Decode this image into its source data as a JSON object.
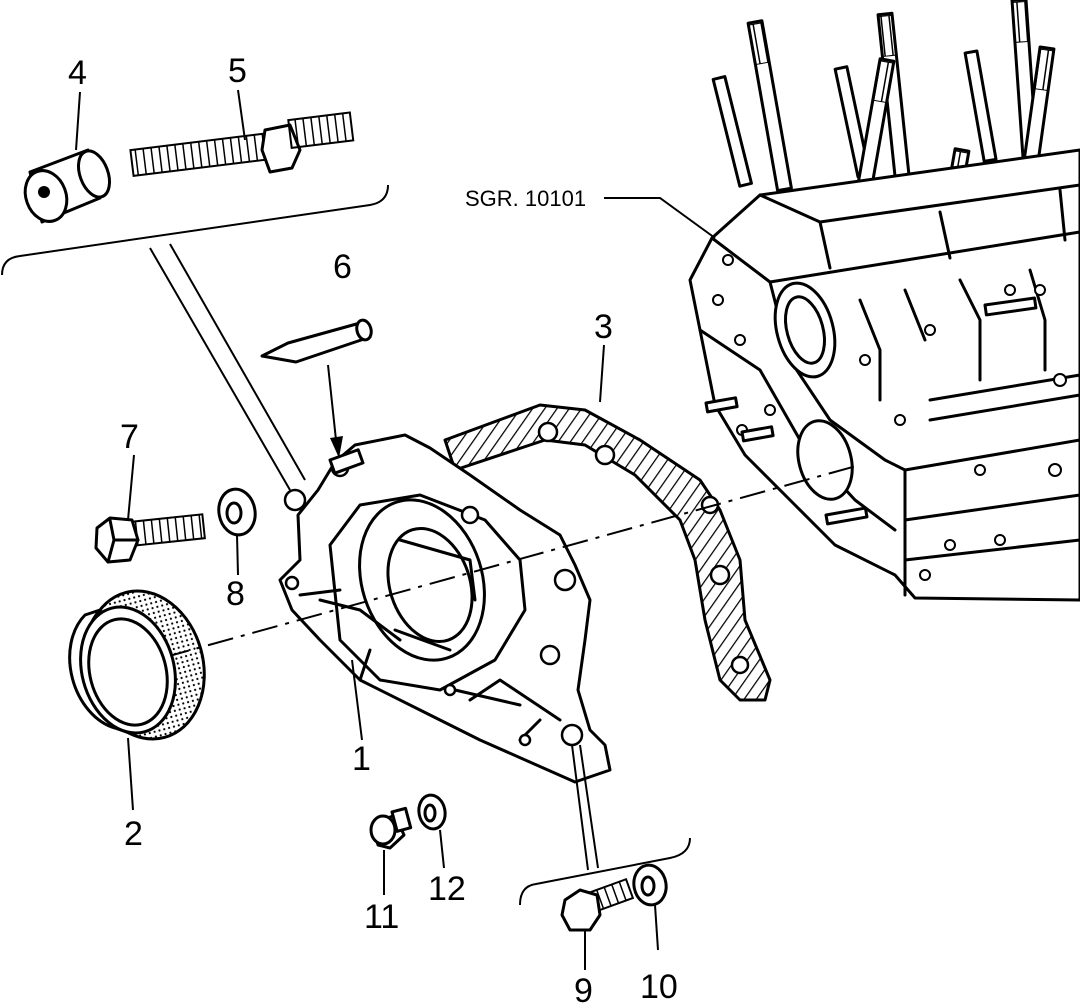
{
  "diagram": {
    "reference": "SGR. 10101",
    "callouts": {
      "c1": "1",
      "c2": "2",
      "c3": "3",
      "c4": "4",
      "c5": "5",
      "c6": "6",
      "c7": "7",
      "c8": "8",
      "c9": "9",
      "c10": "10",
      "c11": "11",
      "c12": "12"
    }
  }
}
